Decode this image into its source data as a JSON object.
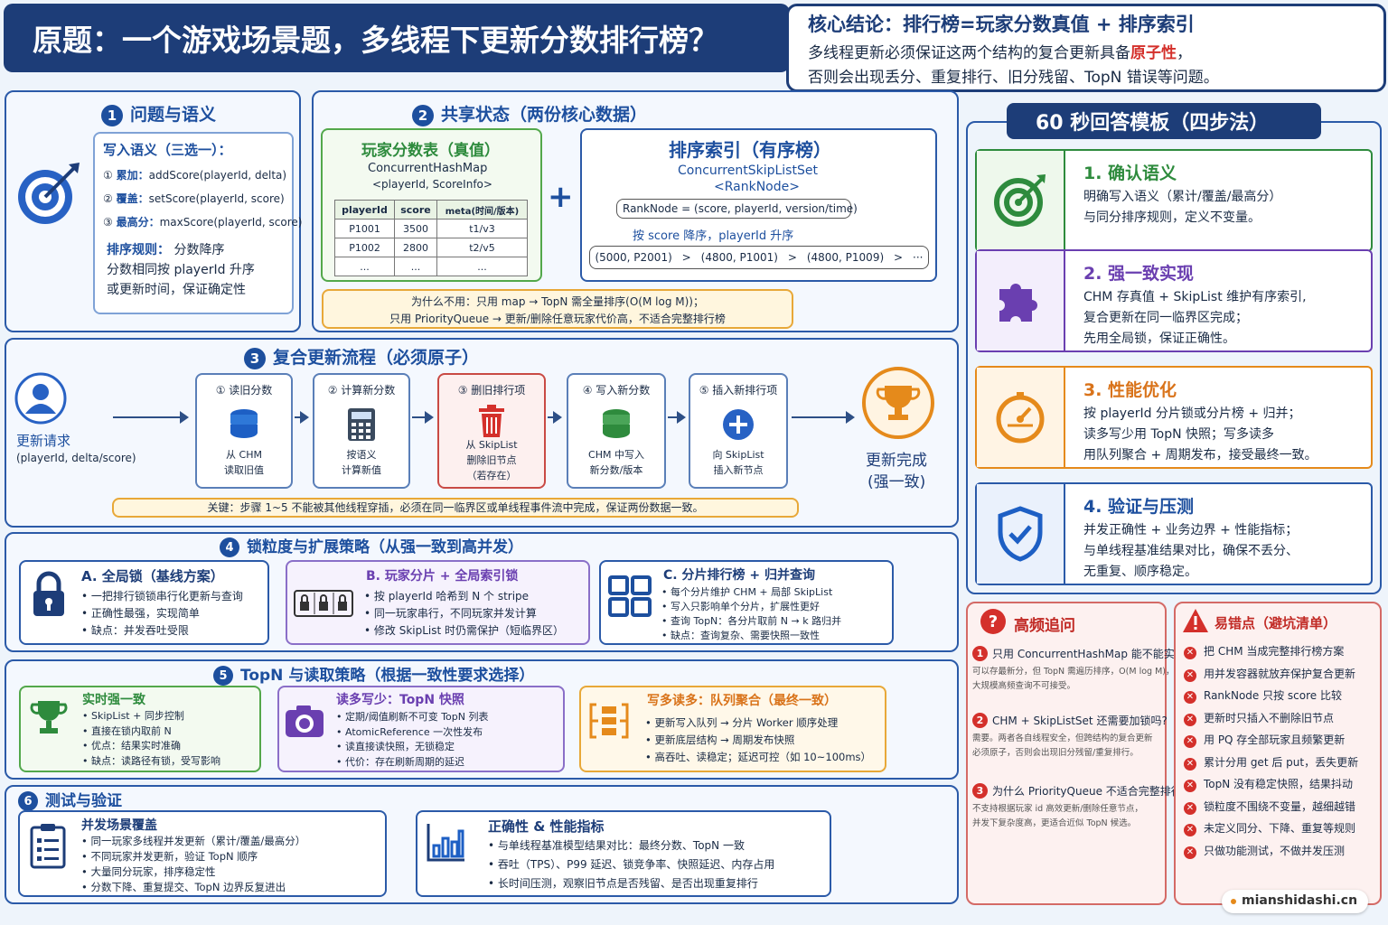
{
  "header": {
    "title": "原题：一个游戏场景题，多线程下更新分数排行榜？"
  },
  "core": {
    "title": "核心结论：排行榜=玩家分数真值 + 排序索引",
    "line1_a": "多线程更新必须保证这两个结构的复合更新具备",
    "line1_b": "原子性",
    "line1_c": "，",
    "line2": "否则会出现丢分、重复排行、旧分残留、TopN 错误等问题。"
  },
  "s1": {
    "num": "1",
    "title": "问题与语义",
    "write_title": "写入语义（三选一）：",
    "items": [
      {
        "n": "①",
        "k": "累加：",
        "v": "addScore(playerId, delta)"
      },
      {
        "n": "②",
        "k": "覆盖：",
        "v": "setScore(playerId, score)"
      },
      {
        "n": "③",
        "k": "最高分：",
        "v": "maxScore(playerId, score)"
      }
    ],
    "rule_k": "排序规则：",
    "rule_v": "分数降序",
    "rule2": "分数相同按 playerId 升序",
    "rule3": "或更新时间，保证确定性"
  },
  "s2": {
    "num": "2",
    "title": "共享状态（两份核心数据）",
    "tbl_title": "玩家分数表（真值）",
    "tbl_sub1": "ConcurrentHashMap",
    "tbl_sub2": "<playerId, ScoreInfo>",
    "cols": [
      "playerId",
      "score",
      "meta(时间/版本)"
    ],
    "rows": [
      [
        "P1001",
        "3500",
        "t1/v3"
      ],
      [
        "P1002",
        "2800",
        "t2/v5"
      ],
      [
        "...",
        "...",
        "..."
      ]
    ],
    "plus": "+",
    "idx_title": "排序索引（有序榜）",
    "idx_sub1": "ConcurrentSkipListSet",
    "idx_sub2": "<RankNode>",
    "node_k": "RankNode",
    "node_v": "=  (score, playerId, version/time)",
    "order": "按 score 降序，playerId 升序",
    "chain": [
      "(5000, P2001)",
      ">",
      "(4800, P1001)",
      ">",
      "(4800, P1009)",
      ">",
      "···"
    ],
    "why1": "为什么不用：只用 map → TopN 需全量排序(O(M log M))；",
    "why2": "只用 PriorityQueue → 更新/删除任意玩家代价高，不适合完整排行榜"
  },
  "s3": {
    "num": "3",
    "title": "复合更新流程（必须原子）",
    "req_label": "更新请求",
    "req_sub": "(playerId, delta/score)",
    "steps": [
      {
        "label": "① 读旧分数",
        "d1": "从 CHM",
        "d2": "读取旧值",
        "d3": ""
      },
      {
        "label": "② 计算新分数",
        "d1": "按语义",
        "d2": "计算新值",
        "d3": ""
      },
      {
        "label": "③ 删旧排行项",
        "d1": "从 SkipList",
        "d2": "删除旧节点",
        "d3": "（若存在）"
      },
      {
        "label": "④ 写入新分数",
        "d1": "CHM 中写入",
        "d2": "新分数/版本",
        "d3": ""
      },
      {
        "label": "⑤ 插入新排行项",
        "d1": "向 SkipList",
        "d2": "插入新节点",
        "d3": ""
      }
    ],
    "done1": "更新完成",
    "done2": "(强一致)",
    "key": "关键：步骤 1~5 不能被其他线程穿插，必须在同一临界区或单线程事件流中完成，保证两份数据一致。"
  },
  "s4": {
    "num": "4",
    "title": "锁粒度与扩展策略（从强一致到高并发）",
    "a_title": "A. 全局锁（基线方案）",
    "a_items": [
      "一把排行锁锁串行化更新与查询",
      "正确性最强，实现简单",
      "缺点：并发吞吐受限"
    ],
    "b_title": "B. 玩家分片 + 全局索引锁",
    "b_items": [
      "按 playerId 哈希到 N 个 stripe",
      "同一玩家串行，不同玩家并发计算",
      "修改 SkipList 时仍需保护（短临界区）"
    ],
    "c_title": "C. 分片排行榜 + 归并查询",
    "c_items": [
      "每个分片维护 CHM + 局部 SkipList",
      "写入只影响单个分片，扩展性更好",
      "查询 TopN：各分片取前 N → k 路归并",
      "缺点：查询复杂、需要快照一致性"
    ]
  },
  "s5": {
    "num": "5",
    "title": "TopN 与读取策略（根据一致性要求选择）",
    "a_title": "实时强一致",
    "a_items": [
      "SkipList + 同步控制",
      "直接在锁内取前 N",
      "优点：结果实时准确",
      "缺点：读路径有锁，受写影响"
    ],
    "b_title": "读多写少：TopN 快照",
    "b_items": [
      "定期/阈值刷新不可变 TopN 列表",
      "AtomicReference 一次性发布",
      "读直接读快照，无锁稳定",
      "代价：存在刷新周期的延迟"
    ],
    "c_title": "写多读多：队列聚合（最终一致）",
    "c_items": [
      "更新写入队列 → 分片 Worker 顺序处理",
      "更新底层结构 → 周期发布快照",
      "高吞吐、读稳定；延迟可控（如 10~100ms）"
    ]
  },
  "s6": {
    "num": "6",
    "title": "测试与验证",
    "a_title": "并发场景覆盖",
    "a_items": [
      "同一玩家多线程并发更新（累计/覆盖/最高分）",
      "不同玩家并发更新，验证 TopN 顺序",
      "大量同分玩家，排序稳定性",
      "分数下降、重复提交、TopN 边界反复进出"
    ],
    "b_title": "正确性 & 性能指标",
    "b_items": [
      "与单线程基准模型结果对比：最终分数、TopN 一致",
      "吞吐（TPS）、P99 延迟、锁竞争率、快照延迟、内存占用",
      "长时间压测，观察旧节点是否残留、是否出现重复排行"
    ]
  },
  "tpl": {
    "title": "60 秒回答模板（四步法）",
    "cards": [
      {
        "t": "1. 确认语义",
        "l1": "明确写入语义（累计/覆盖/最高分）",
        "l2": "与同分排序规则，定义不变量。",
        "l3": ""
      },
      {
        "t": "2. 强一致实现",
        "l1": "CHM 存真值 + SkipList 维护有序索引,",
        "l2": "复合更新在同一临界区完成；",
        "l3": "先用全局锁，保证正确性。"
      },
      {
        "t": "3. 性能优化",
        "l1": "按 playerId 分片锁或分片榜 + 归并；",
        "l2": "读多写少用 TopN 快照；写多读多",
        "l3": "用队列聚合 + 周期发布，接受最终一致。"
      },
      {
        "t": "4. 验证与压测",
        "l1": "并发正确性 + 业务边界 + 性能指标；",
        "l2": "与单线程基准结果对比，确保不丢分、",
        "l3": "无重复、顺序稳定。"
      }
    ]
  },
  "faq": {
    "title": "高频追问",
    "items": [
      {
        "n": "1",
        "q": "只用 ConcurrentHashMap 能不能实现?",
        "a1": "可以存最新分，但 TopN 需遍历排序，O(M log M)，",
        "a2": "大规模高频查询不可接受。"
      },
      {
        "n": "2",
        "q": "CHM + SkipListSet 还需要加锁吗?",
        "a1": "需要。两者各自线程安全，但跨结构的复合更新",
        "a2": "必须原子，否则会出现旧分残留/重复排行。"
      },
      {
        "n": "3",
        "q": "为什么 PriorityQueue 不适合完整排行榜?",
        "a1": "不支持根据玩家 id 高效更新/删除任意节点，",
        "a2": "并发下复杂度高，更适合近似 TopN 候选。"
      }
    ]
  },
  "pit": {
    "title": "易错点（避坑清单）",
    "items": [
      "把 CHM 当成完整排行榜方案",
      "用并发容器就放弃保护复合更新",
      "RankNode 只按 score 比较",
      "更新时只插入不删除旧节点",
      "用 PQ 存全部玩家且频繁更新",
      "累计分用 get 后 put，丢失更新",
      "TopN 没有稳定快照，结果抖动",
      "锁粒度不围绕不变量，越细越错",
      "未定义同分、下降、重复等规则",
      "只做功能测试，不做并发压测"
    ]
  },
  "footer": {
    "brand": "mianshidashi.cn"
  },
  "colors": {
    "navy": "#1d3d78",
    "accent_red": "#d4302b",
    "green": "#2e8b3d",
    "purple": "#6a3fb0",
    "orange": "#e58a1b"
  }
}
